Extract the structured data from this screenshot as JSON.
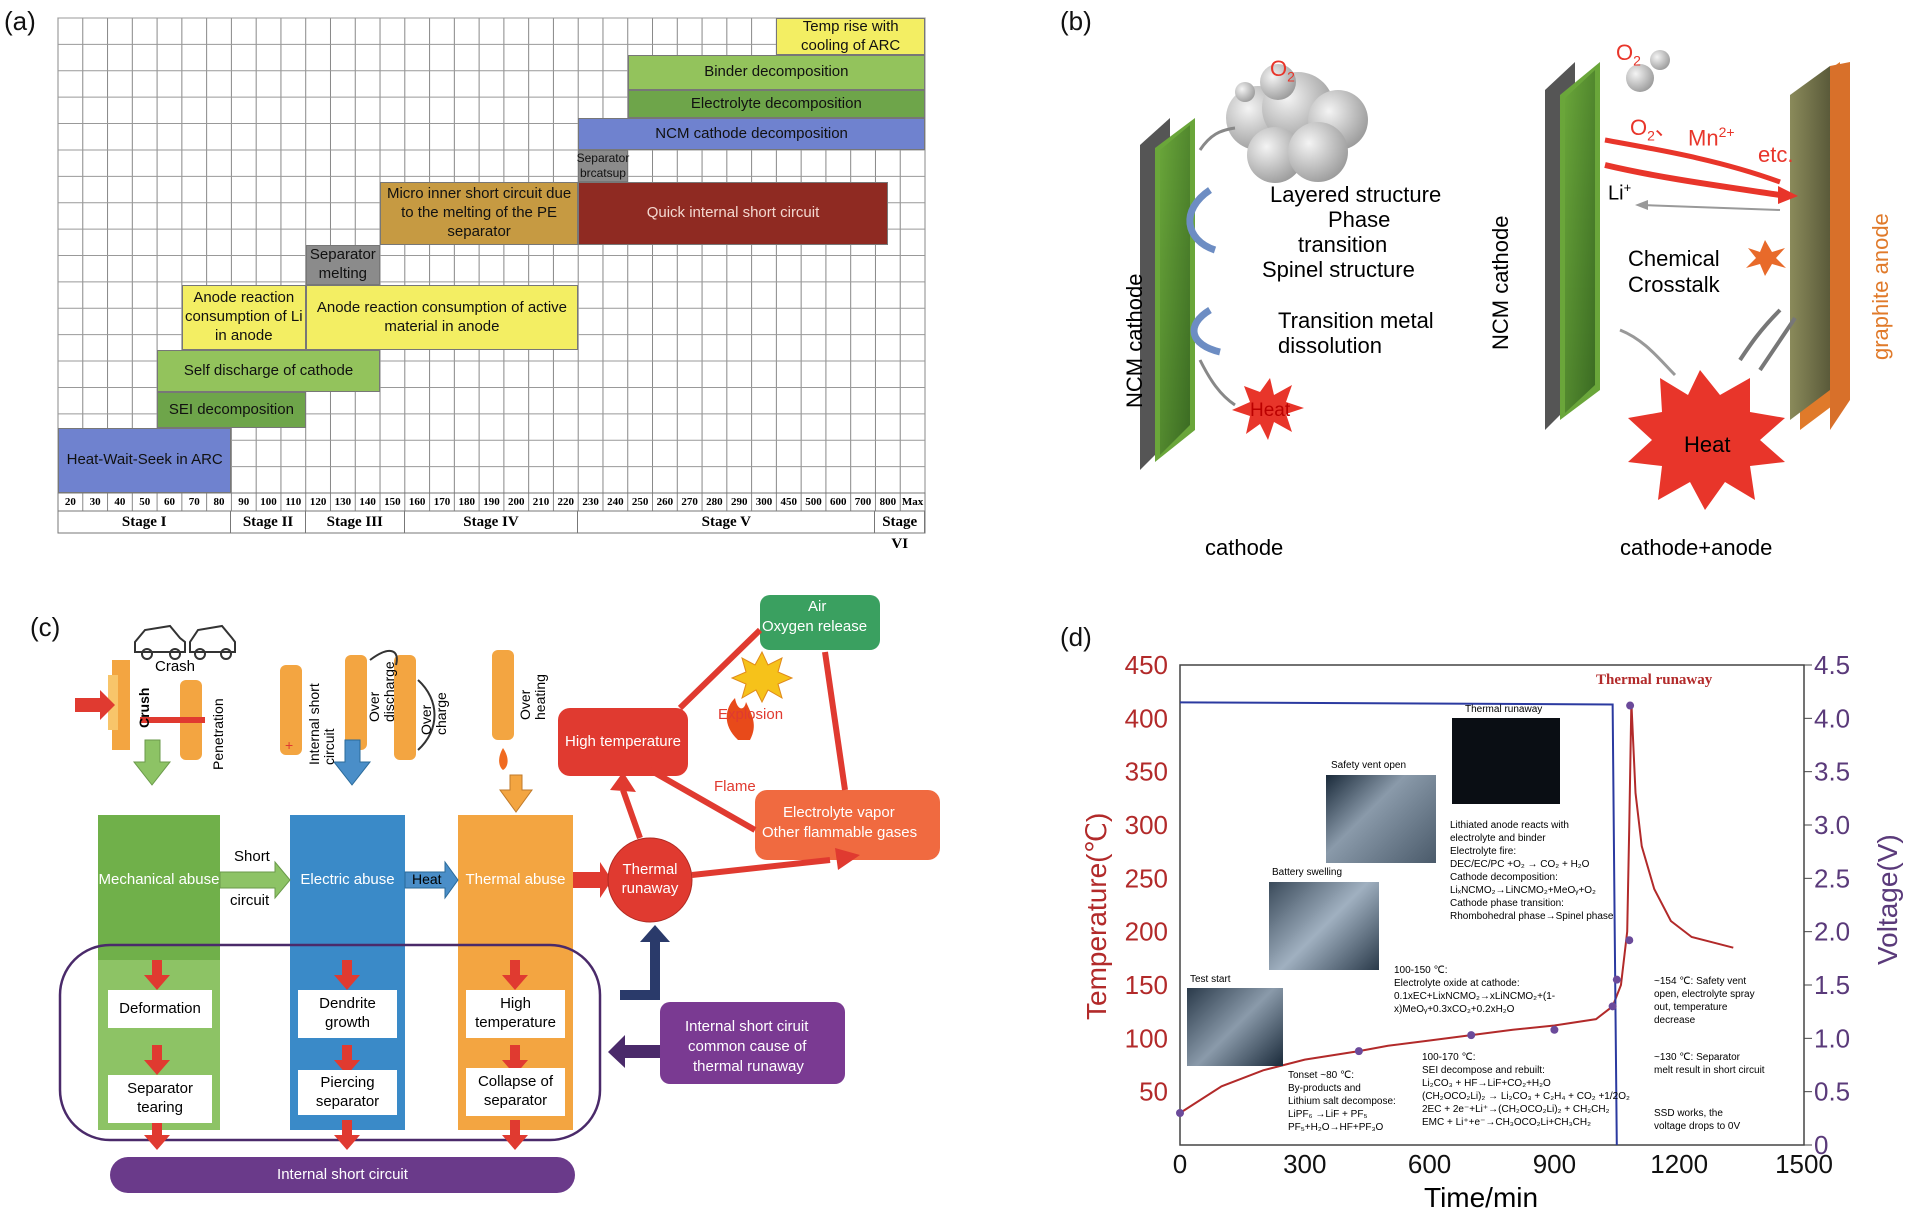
{
  "panel_a": {
    "label": "(a)",
    "bars": [
      {
        "text": "Temp rise with cooling of ARC",
        "color": "#f3ee63"
      },
      {
        "text": "Binder decomposition",
        "color": "#93c35c"
      },
      {
        "text": "Electrolyte decomposition",
        "color": "#6ea54a"
      },
      {
        "text": "NCM cathode decomposition",
        "color": "#6f82cf"
      },
      {
        "text": "Separator brcatsup",
        "color": "#8b8b8b"
      },
      {
        "text": "Micro inner short circuit due to the melting of the PE separator",
        "color": "#c69a42"
      },
      {
        "text": "Quick internal short circuit",
        "color": "#8f2a22"
      },
      {
        "text": "Separator melting",
        "color": "#8b8b8b"
      },
      {
        "text": "Anode reaction consumption of Li in anode",
        "color": "#f3ee63"
      },
      {
        "text": "Anode reaction consumption of active material in anode",
        "color": "#f3ee63"
      },
      {
        "text": "Self discharge of cathode",
        "color": "#93c35c"
      },
      {
        "text": "SEI decomposition",
        "color": "#6ea54a"
      },
      {
        "text": "Heat-Wait-Seek in ARC",
        "color": "#6f82cf"
      }
    ],
    "ticks": [
      "20",
      "30",
      "40",
      "50",
      "60",
      "70",
      "80",
      "90",
      "100",
      "110",
      "120",
      "130",
      "140",
      "150",
      "160",
      "170",
      "180",
      "190",
      "200",
      "210",
      "220",
      "230",
      "240",
      "250",
      "260",
      "270",
      "280",
      "290",
      "300",
      "450",
      "500",
      "600",
      "700",
      "800",
      "Max"
    ],
    "stages": [
      "Stage I",
      "Stage II",
      "Stage III",
      "Stage IV",
      "Stage V",
      "Stage VI"
    ]
  },
  "panel_b": {
    "label": "(b)",
    "left": {
      "electrode": "NCM cathode",
      "gas": "O",
      "gas_sub": "2",
      "text1": "Layered structure",
      "text2": "Phase",
      "text3": "transition",
      "text4": "Spinel structure",
      "text5": "Transition metal",
      "text6": "dissolution",
      "heat": "Heat",
      "caption": "cathode"
    },
    "right": {
      "electrode": "NCM cathode",
      "anode": "graphite anode",
      "gas": "O",
      "gas_sub": "2",
      "o2_label": "O",
      "o2_sub": "2",
      "mn_label": "Mn",
      "mn_sup": "2+",
      "etc": "etc.",
      "li": "Li",
      "li_sup": "+",
      "chem1": "Chemical",
      "chem2": "Crosstalk",
      "heat": "Heat",
      "caption": "cathode+anode"
    }
  },
  "panel_c": {
    "label": "(c)",
    "crash": "Crash",
    "crush": "Crush",
    "penetration": "Penetration",
    "internal_short": "Internal short circuit",
    "over_discharge": "Over discharge",
    "over_charge": "Over charge",
    "over_heating": "Over heating",
    "mech_abuse": "Mechanical abuse",
    "elec_abuse": "Electric abuse",
    "therm_abuse": "Thermal abuse",
    "short": "Short",
    "circuit": "circuit",
    "heat": "Heat",
    "thermal_runaway": "Thermal runaway",
    "high_temp": "High temperature",
    "air": "Air",
    "oxygen": "Oxygen release",
    "explosion": "Explosion",
    "flame": "Flame",
    "vapor1": "Electrolyte vapor",
    "vapor2": "Other flammable gases",
    "deformation": "Deformation",
    "sep_tearing": "Separator tearing",
    "dendrite": "Dendrite growth",
    "piercing": "Piercing separator",
    "high_temp2": "High temperature",
    "collapse": "Collapse of separator",
    "cause1": "Internal short ciruit",
    "cause2": "common cause of",
    "cause3": "thermal runaway",
    "isc": "Internal short circuit"
  },
  "panel_d": {
    "label": "(d)",
    "ylabel_left": "Temperature(℃)",
    "ylabel_right": "Voltage(V)",
    "xlabel": "Time/min",
    "title": "Thermal runaway",
    "yticks_left": [
      "450",
      "400",
      "350",
      "300",
      "250",
      "200",
      "150",
      "100",
      "50"
    ],
    "yticks_right": [
      "4.5",
      "4.0",
      "3.5",
      "3.0",
      "2.5",
      "2.0",
      "1.5",
      "1.0",
      "0.5",
      "0"
    ],
    "xticks": [
      "0",
      "300",
      "600",
      "900",
      "1200",
      "1500"
    ],
    "photo_labels": [
      "Test start",
      "Battery swelling",
      "Safety vent open",
      "Thermal runaway"
    ],
    "notes": [
      "Lithiated anode reacts with",
      "electrolyte and binder",
      "Electrolyte fire:",
      "DEC/EC/PC +O₂ → CO₂ + H₂O",
      "Cathode decomposition:",
      "LiₓNCMO₂→LiNCMO₂+MeOᵧ+O₂",
      "Cathode phase transition:",
      "Rhombohedral phase→Spinel phase"
    ],
    "note_100_150": [
      "100-150 ℃:",
      "Electrolyte oxide at cathode:",
      "0.1xEC+LixNCMO₂→xLiNCMO₂+(1-",
      "x)MeOᵧ+0.3xCO₂+0.2xH₂O"
    ],
    "note_100_170": [
      "100-170 ℃:",
      "SEI decompose and rebuilt:",
      "Li₂CO₃ + HF→LiF+CO₂+H₂O",
      "(CH₂OCO₂Li)₂ → Li₂CO₃ + C₂H₄ + CO₂ +1/2O₂",
      "2EC + 2e⁻+Li⁺→(CH₂OCO₂Li)₂ + CH₂CH₂",
      "EMC + Li⁺+e⁻→CH₃OCO₂Li+CH₃CH₂"
    ],
    "note_onset": [
      "Tonset ~80 ℃:",
      "By-products and",
      "Lithium salt decompose:",
      "LiPF₆ →LiF + PF₅",
      "PF₅+H₂O→HF+PF₃O"
    ],
    "note_154": [
      "~154 ℃: Safety vent",
      "open, electrolyte spray",
      "out, temperature",
      "decrease"
    ],
    "note_130": [
      "~130 ℃: Separator",
      "melt result in short circuit"
    ],
    "note_ssd": [
      "SSD works, the",
      "voltage drops to 0V"
    ]
  },
  "chart_data": {
    "type": "line",
    "title": "Thermal runaway",
    "xlabel": "Time/min",
    "ylabel": "Temperature(℃)",
    "y2label": "Voltage(V)",
    "xlim": [
      0,
      1500
    ],
    "ylim": [
      0,
      450
    ],
    "y2lim": [
      0,
      4.5
    ],
    "series": [
      {
        "name": "Temperature",
        "axis": "left",
        "color": "#b22a2a",
        "x": [
          0,
          100,
          200,
          300,
          430,
          500,
          600,
          700,
          800,
          900,
          1000,
          1040,
          1060,
          1075,
          1080,
          1085,
          1095,
          1110,
          1140,
          1180,
          1230,
          1280,
          1330
        ],
        "y": [
          30,
          55,
          70,
          80,
          88,
          93,
          98,
          103,
          108,
          112,
          118,
          130,
          150,
          200,
          300,
          415,
          330,
          280,
          240,
          210,
          195,
          190,
          185
        ]
      },
      {
        "name": "Temperature markers",
        "axis": "left",
        "color": "#6b4a9a",
        "x": [
          0,
          430,
          700,
          900,
          1040,
          1050,
          1080,
          1082
        ],
        "y": [
          30,
          88,
          103,
          108,
          130,
          155,
          192,
          412
        ]
      },
      {
        "name": "Voltage",
        "axis": "right",
        "color": "#2b3aa0",
        "x": [
          0,
          1040,
          1045,
          1050
        ],
        "y": [
          4.15,
          4.13,
          2.0,
          0
        ]
      }
    ]
  }
}
